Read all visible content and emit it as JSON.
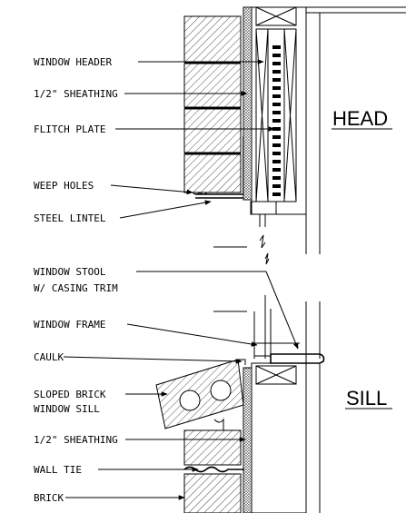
{
  "section_titles": {
    "head": "HEAD",
    "sill": "SILL"
  },
  "head_labels": {
    "window_header": "WINDOW HEADER",
    "sheathing": "1/2\" SHEATHING",
    "flitch_plate": "FLITCH PLATE",
    "weep_holes": "WEEP HOLES",
    "steel_lintel": "STEEL LINTEL"
  },
  "sill_labels": {
    "window_stool_line1": "WINDOW STOOL",
    "window_stool_line2": "W/ CASING TRIM",
    "window_frame": "WINDOW FRAME",
    "caulk": "CAULK",
    "sloped_brick_line1": "SLOPED BRICK",
    "sloped_brick_line2": "WINDOW SILL",
    "sheathing": "1/2\" SHEATHING",
    "wall_tie": "WALL TIE",
    "brick": "BRICK"
  }
}
